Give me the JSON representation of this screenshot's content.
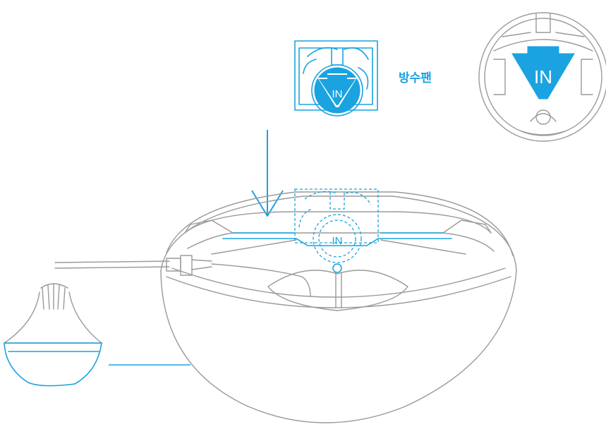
{
  "labels": {
    "fan_name": "방수팬",
    "arrow_in_large": "IN",
    "arrow_in_small": "IN",
    "arrow_in_installed": "IN"
  },
  "colors": {
    "accent": "#1aa3e0",
    "line": "#9a9a9a",
    "background": "#ffffff"
  }
}
